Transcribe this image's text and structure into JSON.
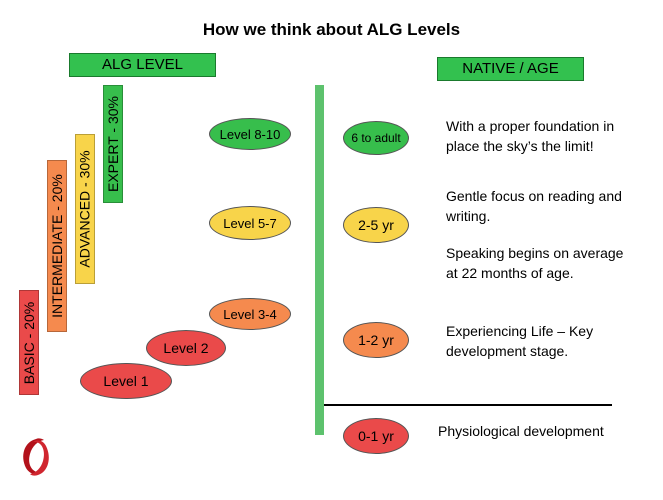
{
  "title": "How we think about ALG Levels",
  "headers": {
    "alg_level": "ALG LEVEL",
    "native_age": "NATIVE / AGE"
  },
  "bars": [
    {
      "label": "BASIC - 20%",
      "color": "#ea4a4a"
    },
    {
      "label": "INTERMEDIATE - 20%",
      "color": "#f58a4e"
    },
    {
      "label": "ADVANCED - 30%",
      "color": "#f8d44a"
    },
    {
      "label": "EXPERT - 30%",
      "color": "#37be4c"
    }
  ],
  "levels": [
    {
      "label": "Level 1",
      "color": "#ea4a4a"
    },
    {
      "label": "Level 2",
      "color": "#ea4a4a"
    },
    {
      "label": "Level 3-4",
      "color": "#f58a4e"
    },
    {
      "label": "Level 5-7",
      "color": "#f8d44a"
    },
    {
      "label": "Level 8-10",
      "color": "#37be4c"
    }
  ],
  "ages": [
    {
      "label": "6 to adult",
      "color": "#37be4c"
    },
    {
      "label": "2-5 yr",
      "color": "#f8d44a"
    },
    {
      "label": "1-2 yr",
      "color": "#f58a4e"
    },
    {
      "label": "0-1 yr",
      "color": "#ea4a4a"
    }
  ],
  "descriptions": {
    "adult_1": "With a proper foundation in",
    "adult_2": "place the sky’s the limit!",
    "reading_1": "Gentle focus on reading and",
    "reading_2": "writing.",
    "speaking_1": "Speaking begins on average",
    "speaking_2": "at 22 months of age.",
    "life_1": "Experiencing Life – Key",
    "life_2": "development stage.",
    "physio": "Physiological development"
  },
  "logo_icon": "red-swirl-logo-icon"
}
